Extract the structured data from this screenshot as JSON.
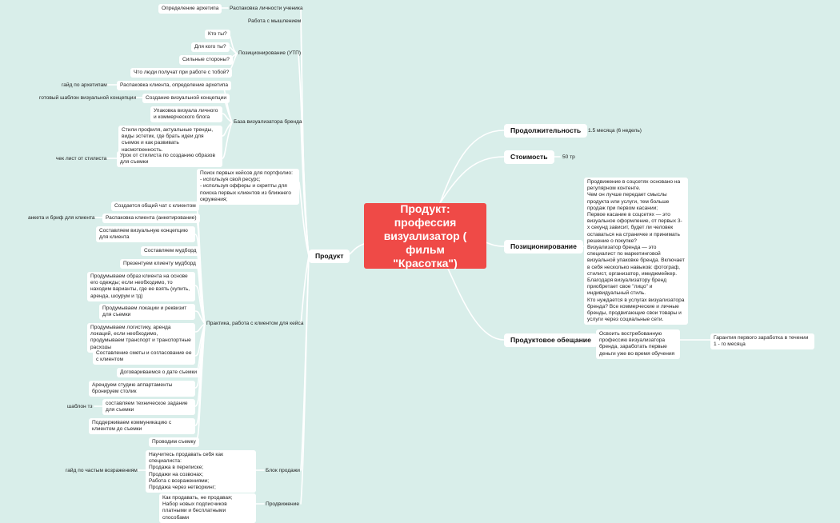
{
  "root": "Продукт:\nпрофессия\nвизуализатор (\nфильм \"Красотка\")",
  "right": {
    "duration": {
      "label": "Продолжительность",
      "value": "1.5 месяца (6 недель)"
    },
    "price": {
      "label": "Стоимость",
      "value": "50 тр"
    },
    "positioning": {
      "label": "Позиционирование",
      "text": "Продвижение в соцсетях основано на регулярном контенте.\nЧем он лучше передает смыслы продукта или услуги, тем больше продаж при первом касании;\nПервое касание в соцсетях — это визуальное оформление, от первых 3-х секунд зависит, будет ли человек оставаться на страничке и принимать решение о покупке?\nВизуализатор бренда — это специалист по маркетинговой визуальной упаковке бренда. Включает в себя несколько навыков: фотограф, стилист, организатор, имиджмейкер.\nБлагодаря визуализатору бренд приобретает свое \"лицо\" и индивидуальный стиль.\nКто нуждается в услугах визуализатора бренда? Все коммерческие и личные бренды, продвигающие свои товары и услуги через социальные сети."
    },
    "promise": {
      "label": "Продуктовое обещание",
      "value": "Освоить востребованную профессию визуализатора бренда, заработать первые деньги уже во время обучения",
      "guarantee": "Гарантия первого заработка в течении 1 - го месяца"
    }
  },
  "left": {
    "product": "Продукт",
    "unpack_student": "Распаковка личности ученика",
    "archetype_def": "Определение архетипа",
    "thinking": "Работа с мышлением",
    "usp": "Позиционирование (УТП)",
    "usp_items": [
      "Кто ты?",
      "Для кого ты?",
      "Сильные стороны?",
      "Что люди получат при работе с тобой?"
    ],
    "brand_base": "База визуализатора бренда",
    "brand_items": [
      "Распаковка клиента, определение архетипа",
      "Создание визуальной концепции",
      "Упаковка визуала личного и коммерческого блога",
      "Стили профиля, актуальные тренды, виды эстетик, где брать идеи для съемок и как развивать насмотренность.",
      "Урок от стилиста по созданию образов для съемки"
    ],
    "brand_extras": {
      "archetype_guide": "гайд по архетипам",
      "concept_template": "готовый шаблон визуальной концепции",
      "stylist_checklist": "чек лист от стилиста"
    },
    "portfolio": "Поиск первых кейсов для портфолио:\n- используя свой ресурс;\n- используя офферы и скрипты для поиска первых клиентов из ближнего окружения;",
    "practice": "Практика, работа с клиентом для кейса",
    "practice_items": [
      "Создается общий чат с клиентом",
      "Распаковка клиента (анкетирование)",
      "Составляем визуальную концепцию для клиента",
      "Составляем мудборд",
      "Презентуем клиенту мудборд",
      "Продумываем образ клиента на основе его одежды; если необходимо, то находим варианты, где ее взять (купить, аренда, шоурум и тд)",
      "Продумываем локации и реквизит для съемки",
      "Продумываем логистику, аренда локаций, если необходимо, продумываем транспорт и транспортные расходы",
      "Составление сметы и согласование ее с клиентом",
      "Договариваемся о дате съемки",
      "Арендуем студию аппартаменты бронируем столик",
      "составляем техническое задание для съемки",
      "Поддерживаем коммуникацию с клиентом до съемки",
      "Проводим съемку"
    ],
    "practice_extras": {
      "anketa": "анкета и бриф для клиента",
      "tz_template": "шаблон тз"
    },
    "sales_block": "Блок продажи",
    "sales_text": "Научитесь продавать себя как специалиста:\nПродажа в переписке;\nПродажи на созвонах;\nРабота с возражениями;\nПродажа через нетворкинг;",
    "objections_guide": "гайд по частым возражениям",
    "promotion": "Продвижение",
    "promotion_text": "Как продавать, не продавая;\nНабор новых подписчиков платными и бесплатными способами"
  }
}
